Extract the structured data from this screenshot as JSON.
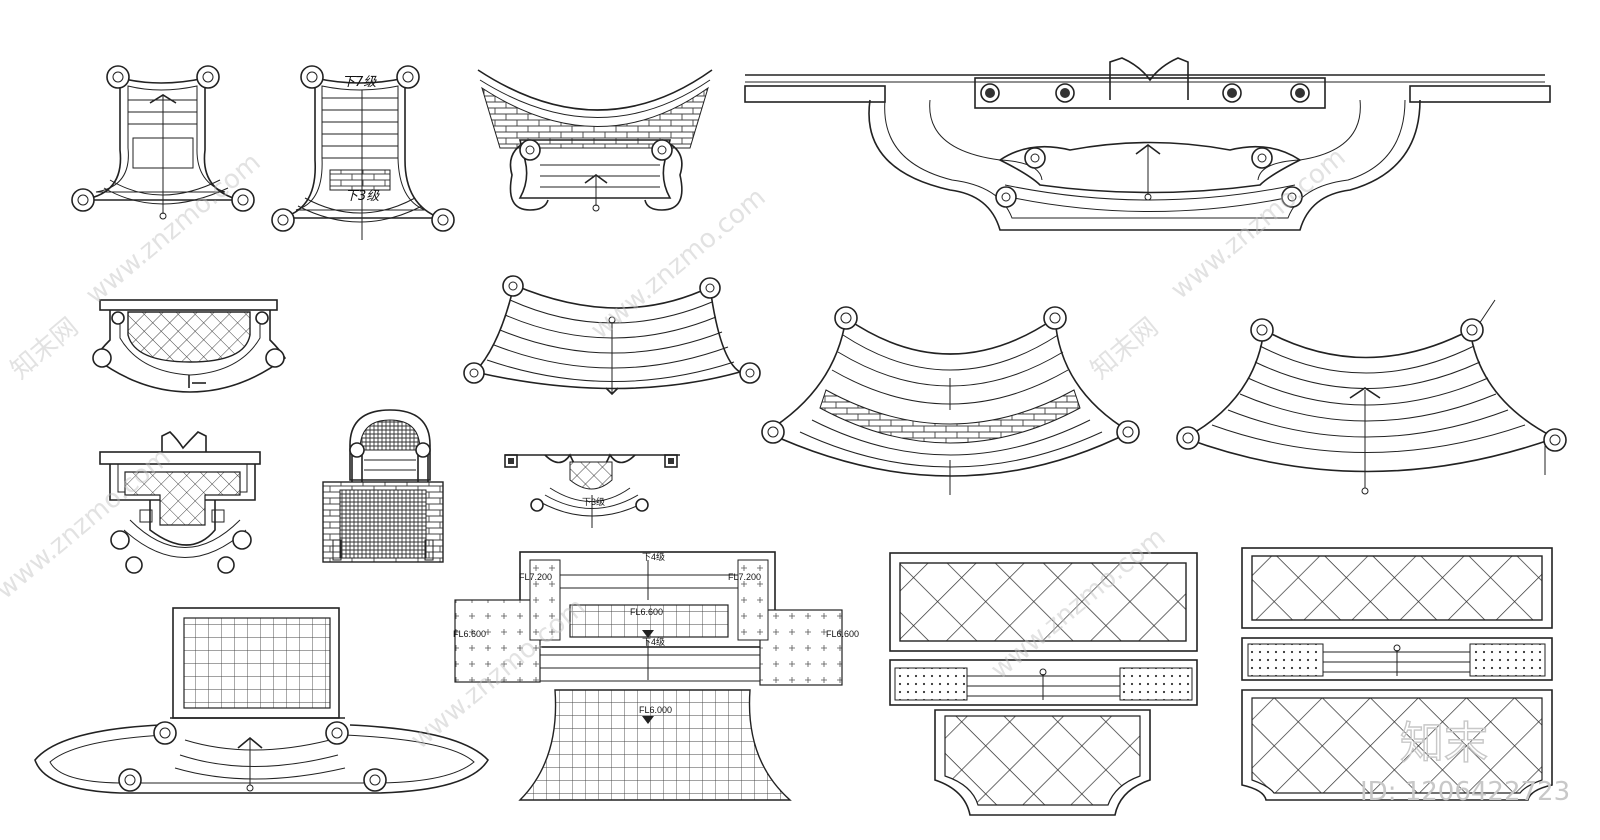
{
  "labels": {
    "steps_down_7": "下7级",
    "steps_down_3": "下3级",
    "steps_down_3_small": "下3级",
    "steps_down_4_top": "下4级",
    "steps_down_4_mid": "下4级",
    "fl_7200_left": "FL7.200",
    "fl_7200_right": "FL7.200",
    "fl_6600_center": "FL6.600",
    "fl_6600_left": "FL6.600",
    "fl_6600_right": "FL6.600",
    "fl_6000": "FL6.000"
  },
  "watermark": {
    "text": "www.znzmo.com",
    "brand": "知末网",
    "logo": "知末",
    "id": "ID: 1206422723"
  },
  "colors": {
    "line": "#222222",
    "background": "#ffffff",
    "watermark": "#c8c8c8"
  }
}
